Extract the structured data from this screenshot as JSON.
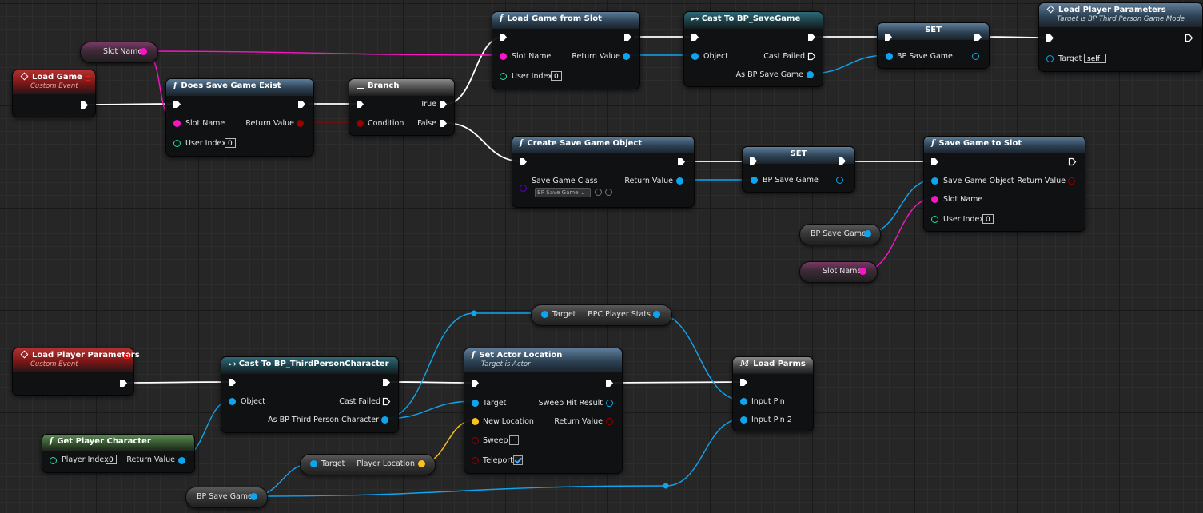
{
  "colors": {
    "exec": "#ffffff",
    "string": "#fb14c6",
    "object": "#0ea5f0",
    "bool": "#950000",
    "int": "#1ee0a8",
    "vector": "#fbc21f",
    "class": "#5a00c8",
    "hitresult": "#0ea5f0"
  },
  "nodes": {
    "load_game_event": {
      "title": "Load Game",
      "subtitle": "Custom Event"
    },
    "slot_name_getter_top": {
      "label": "Slot Name"
    },
    "does_save_game_exist": {
      "title": "Does Save Game Exist",
      "pin_slot_name": "Slot Name",
      "pin_user_index": "User Index",
      "pin_return": "Return Value",
      "user_index_value": "0"
    },
    "branch": {
      "title": "Branch",
      "pin_condition": "Condition",
      "pin_true": "True",
      "pin_false": "False"
    },
    "load_game_from_slot": {
      "title": "Load Game from Slot",
      "pin_slot_name": "Slot Name",
      "pin_user_index": "User Index",
      "pin_return": "Return Value",
      "user_index_value": "0"
    },
    "cast_to_savegame": {
      "title": "Cast To BP_SaveGame",
      "pin_object": "Object",
      "pin_cast_failed": "Cast Failed",
      "pin_as": "As BP Save Game"
    },
    "set_top": {
      "title": "SET",
      "pin_var": "BP Save Game"
    },
    "load_player_params_call": {
      "title": "Load Player Parameters",
      "subtitle": "Target is BP Third Person Game Mode",
      "pin_target": "Target",
      "target_value": "self"
    },
    "create_save_game_object": {
      "title": "Create Save Game Object",
      "pin_class": "Save Game Class",
      "pin_return": "Return Value",
      "class_value": "BP Save Game"
    },
    "set_mid": {
      "title": "SET",
      "pin_var": "BP Save Game"
    },
    "save_game_to_slot": {
      "title": "Save Game to Slot",
      "pin_object": "Save Game Object",
      "pin_slot_name": "Slot Name",
      "pin_user_index": "User Index",
      "pin_return": "Return Value",
      "user_index_value": "0"
    },
    "bp_save_game_getter_mid": {
      "label": "BP Save Game"
    },
    "slot_name_getter_mid": {
      "label": "Slot Name"
    },
    "load_player_params_event": {
      "title": "Load Player Parameters",
      "subtitle": "Custom Event"
    },
    "cast_to_third_person": {
      "title": "Cast To BP_ThirdPersonCharacter",
      "pin_object": "Object",
      "pin_cast_failed": "Cast Failed",
      "pin_as": "As BP Third Person Character"
    },
    "get_player_character": {
      "title": "Get Player Character",
      "pin_player_index": "Player Index",
      "pin_return": "Return Value",
      "player_index_value": "0"
    },
    "bpc_player_stats": {
      "pin_target": "Target",
      "pin_out": "BPC Player Stats"
    },
    "set_actor_location": {
      "title": "Set Actor Location",
      "subtitle": "Target is Actor",
      "pin_target": "Target",
      "pin_new_location": "New Location",
      "pin_sweep": "Sweep",
      "pin_teleport": "Teleport",
      "pin_sweep_hit": "Sweep Hit Result",
      "pin_return": "Return Value",
      "sweep_checked": false,
      "teleport_checked": true
    },
    "player_location": {
      "pin_target": "Target",
      "pin_out": "Player Location"
    },
    "load_parms": {
      "title": "Load Parms",
      "pin_input1": "Input Pin",
      "pin_input2": "Input Pin 2"
    },
    "bp_save_game_getter_bottom": {
      "label": "BP Save Game"
    }
  }
}
